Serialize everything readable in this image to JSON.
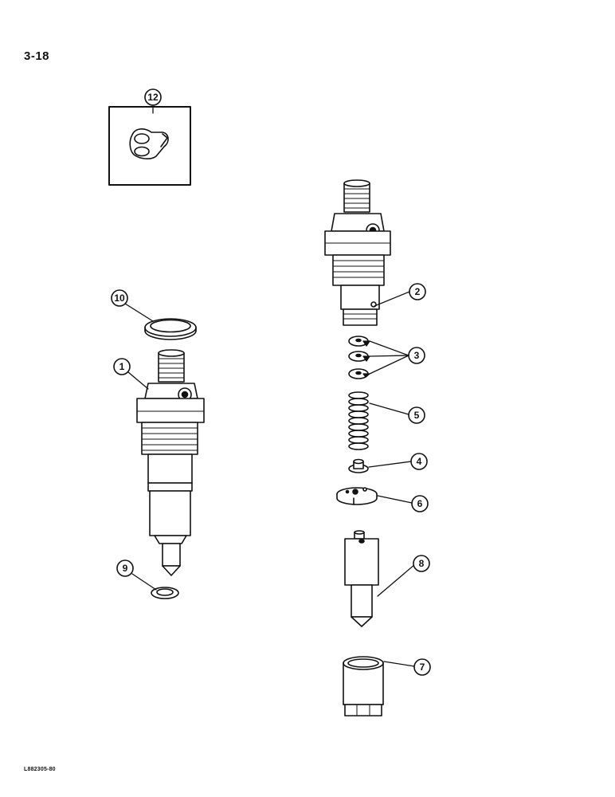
{
  "page": {
    "number": "3-18",
    "drawing_code": "L882305-80"
  },
  "callouts": [
    {
      "id": "1",
      "label": "1"
    },
    {
      "id": "2",
      "label": "2"
    },
    {
      "id": "3",
      "label": "3"
    },
    {
      "id": "4",
      "label": "4"
    },
    {
      "id": "5",
      "label": "5"
    },
    {
      "id": "6",
      "label": "6"
    },
    {
      "id": "7",
      "label": "7"
    },
    {
      "id": "8",
      "label": "8"
    },
    {
      "id": "9",
      "label": "9"
    },
    {
      "id": "10",
      "label": "10"
    },
    {
      "id": "12",
      "label": "12"
    }
  ]
}
